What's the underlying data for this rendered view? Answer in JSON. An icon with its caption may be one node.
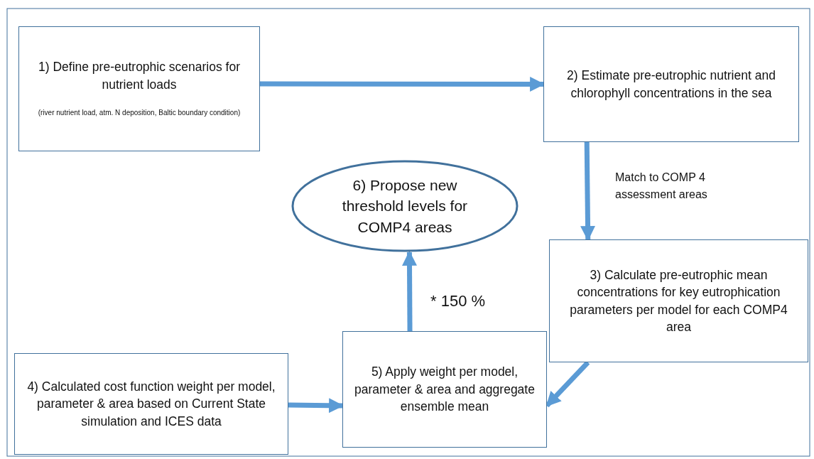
{
  "diagram": {
    "nodes": [
      {
        "text": [
          "1) Define pre-eutrophic scenarios for nutrient loads",
          "(river nutrient load, atm. N deposition, Baltic boundary condition)"
        ]
      },
      {
        "text": [
          "2) Estimate pre-eutrophic nutrient and chlorophyll concentrations in the sea"
        ]
      },
      {
        "text": [
          "6) Propose new threshold levels for COMP4 areas"
        ]
      },
      {
        "text": [
          "3) Calculate pre-eutrophic mean concentrations for key eutrophication parameters  per model for each COMP4 area"
        ]
      },
      {
        "text": [
          "4) Calculated cost function weight per model, parameter & area based on Current State simulation and ICES data"
        ]
      },
      {
        "text": [
          "5) Apply weight per model, parameter & area and aggregate ensemble mean"
        ]
      }
    ],
    "edges": [
      {
        "from": 0,
        "to": 1,
        "arrow": "to"
      },
      {
        "from": 1,
        "to": 3,
        "arrow": "to",
        "label": "Match to COMP 4 assessment areas"
      },
      {
        "from": 3,
        "to": 5,
        "arrow": "to"
      },
      {
        "from": 4,
        "to": 5,
        "arrow": "to"
      },
      {
        "from": 5,
        "to": 2,
        "arrow": "to",
        "label": "* 150 %"
      }
    ]
  }
}
